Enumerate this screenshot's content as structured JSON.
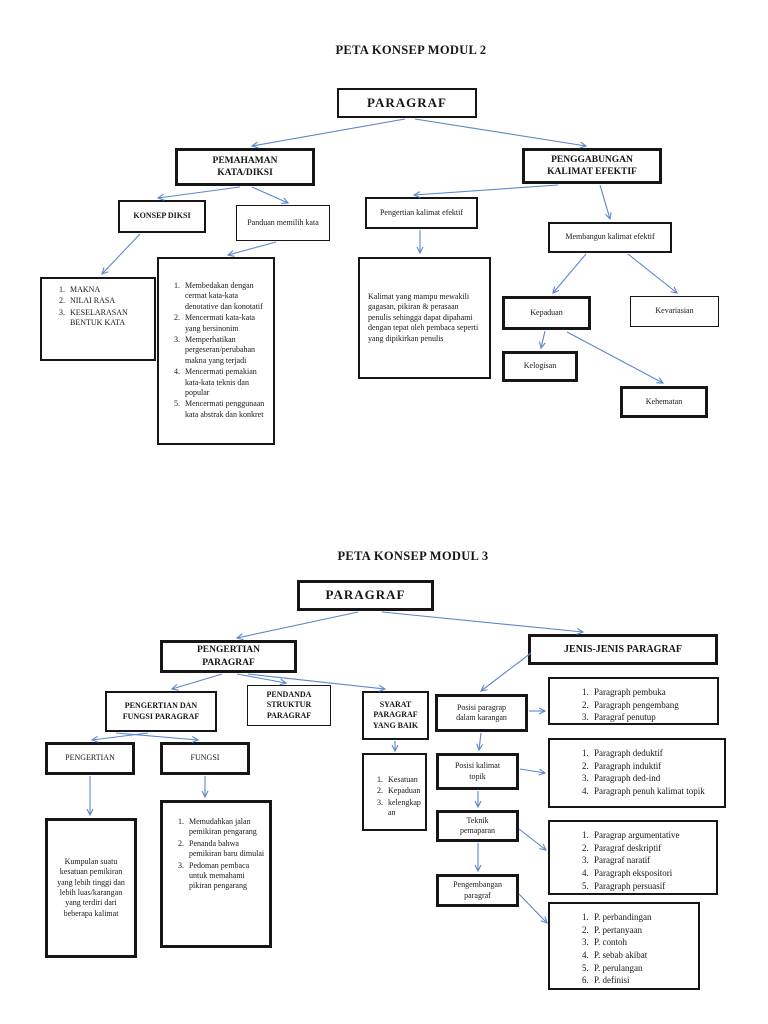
{
  "colors": {
    "arrow": "#5b87ce",
    "border": "#161616"
  },
  "modul2": {
    "title": "PETA KONSEP MODUL 2",
    "nodes": {
      "root": "PARAGRAF",
      "pemahaman": "PEMAHAMAN\nKATA/DIKSI",
      "penggabungan": "PENGGABUNGAN\nKALIMAT EFEKTIF",
      "konsep_diksi": "KONSEP DIKSI",
      "panduan": "Panduan memilih kata",
      "pengertian_kalimat": "Pengertian kalimat efektif",
      "membangun": "Membangun kalimat efektif",
      "kalimat_desc": "Kalimat yang mampu mewakili gagasan, pikiran & perasaan penulis sehingga dapat dipahami dengan tepat oleh pembaca seperti yang dipikirkan penulis",
      "kepaduan": "Kepaduan",
      "kevariasian": "Kevariasian",
      "kelogisan": "Kelogisan",
      "kehematan": "Kehematan"
    },
    "makna_list": [
      "MAKNA",
      "NILAI RASA",
      "KESELARASAN BENTUK KATA"
    ],
    "panduan_list": [
      "Membedakan dengan cermat kata-kata denotative dan konotatif",
      "Mencermati kata-kata yang bersinonim",
      "Memperhatikan pergeseran/perubahan makna yang terjadi",
      "Mencermati pemakian kata-kata teknis dan popular",
      "Mencermati penggunaan kata abstrak dan konkret"
    ]
  },
  "modul3": {
    "title": "PETA KONSEP MODUL 3",
    "nodes": {
      "root": "PARAGRAF",
      "pengertian_paragraf": "PENGERTIAN\nPARAGRAF",
      "jenis": "JENIS-JENIS PARAGRAF",
      "pengertian_fungsi": "PENGERTIAN DAN\nFUNGSI PARAGRAF",
      "pendanda": "PENDANDA\nSTRUKTUR\nPARAGRAF",
      "syarat": "SYARAT PARAGRAF YANG BAIK",
      "posisi_paragrap": "Posisi paragrap\ndalam karangan",
      "pengertian": "PENGERTIAN",
      "fungsi": "FUNGSI",
      "kumpulan": "Kumpulan suatu kesatuan pemikiran yang lebih tinggi dan lebih luas/karangan yang terdiri dari beberapa kalimat",
      "posisi_kalimat": "Posisi kalimat\ntopik",
      "teknik": "Teknik\npemaparan",
      "pengembangan": "Pengembangan\nparagraf"
    },
    "fungsi_list": [
      "Memudahkan jalan pemikiran pengarang",
      "Penanda bahwa pemikiran baru dimulai",
      "Pedoman pembaca untuk memahami pikiran pengarang"
    ],
    "syarat_list": [
      "Kesatuan",
      "Kepaduan",
      "kelengkapan"
    ],
    "jenis_list1": [
      "Paragraph pembuka",
      "Paragraph pengembang",
      "Paragraf penutup"
    ],
    "jenis_list2": [
      "Paragraph deduktif",
      "Paragraph induktif",
      "Paragraph ded-ind",
      "Paragraph penuh kalimat topik"
    ],
    "jenis_list3": [
      "Paragrap argumentative",
      "Paragraf deskriptif",
      "Paragraf naratif",
      "Paragraph ekspositori",
      "Paragraph persuasif"
    ],
    "jenis_list4": [
      "P. perbandingan",
      "P. pertanyaan",
      "P. contoh",
      "P. sebab akibat",
      "P. perulangan",
      "P. definisi"
    ]
  }
}
